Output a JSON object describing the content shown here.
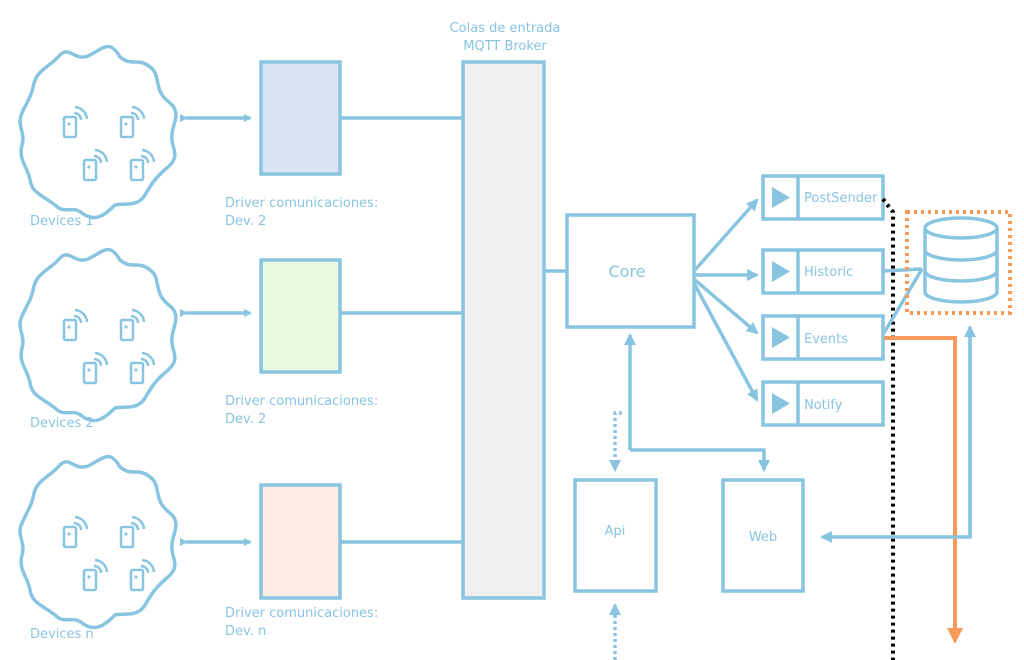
{
  "colors": {
    "primary": "#89c4e1",
    "driver_1_fill": "#d9e4f3",
    "driver_2_fill": "#e8fbe2",
    "driver_n_fill": "#fdece2",
    "broker_fill": "#efefef",
    "accent_orange": "#f79a5c",
    "boundary_black": "#000000"
  },
  "broker": {
    "title_line1": "Colas de entrada",
    "title_line2": "MQTT Broker"
  },
  "device_groups": [
    {
      "label": "Devices 1",
      "driver_line1": "Driver comunicaciones:",
      "driver_line2": "Dev. 2"
    },
    {
      "label": "Devices 2",
      "driver_line1": "Driver comunicaciones:",
      "driver_line2": "Dev. 2"
    },
    {
      "label": "Devices n",
      "driver_line1": "Driver comunicaciones:",
      "driver_line2": "Dev. n"
    }
  ],
  "core": {
    "label": "Core"
  },
  "processors": [
    {
      "label": "PostSender",
      "icon": "play-icon"
    },
    {
      "label": "Historic",
      "icon": "play-icon"
    },
    {
      "label": "Events",
      "icon": "play-icon"
    },
    {
      "label": "Notify",
      "icon": "play-icon"
    }
  ],
  "database": {
    "icon": "database-icon"
  },
  "api": {
    "label": "Api"
  },
  "web": {
    "label": "Web"
  }
}
